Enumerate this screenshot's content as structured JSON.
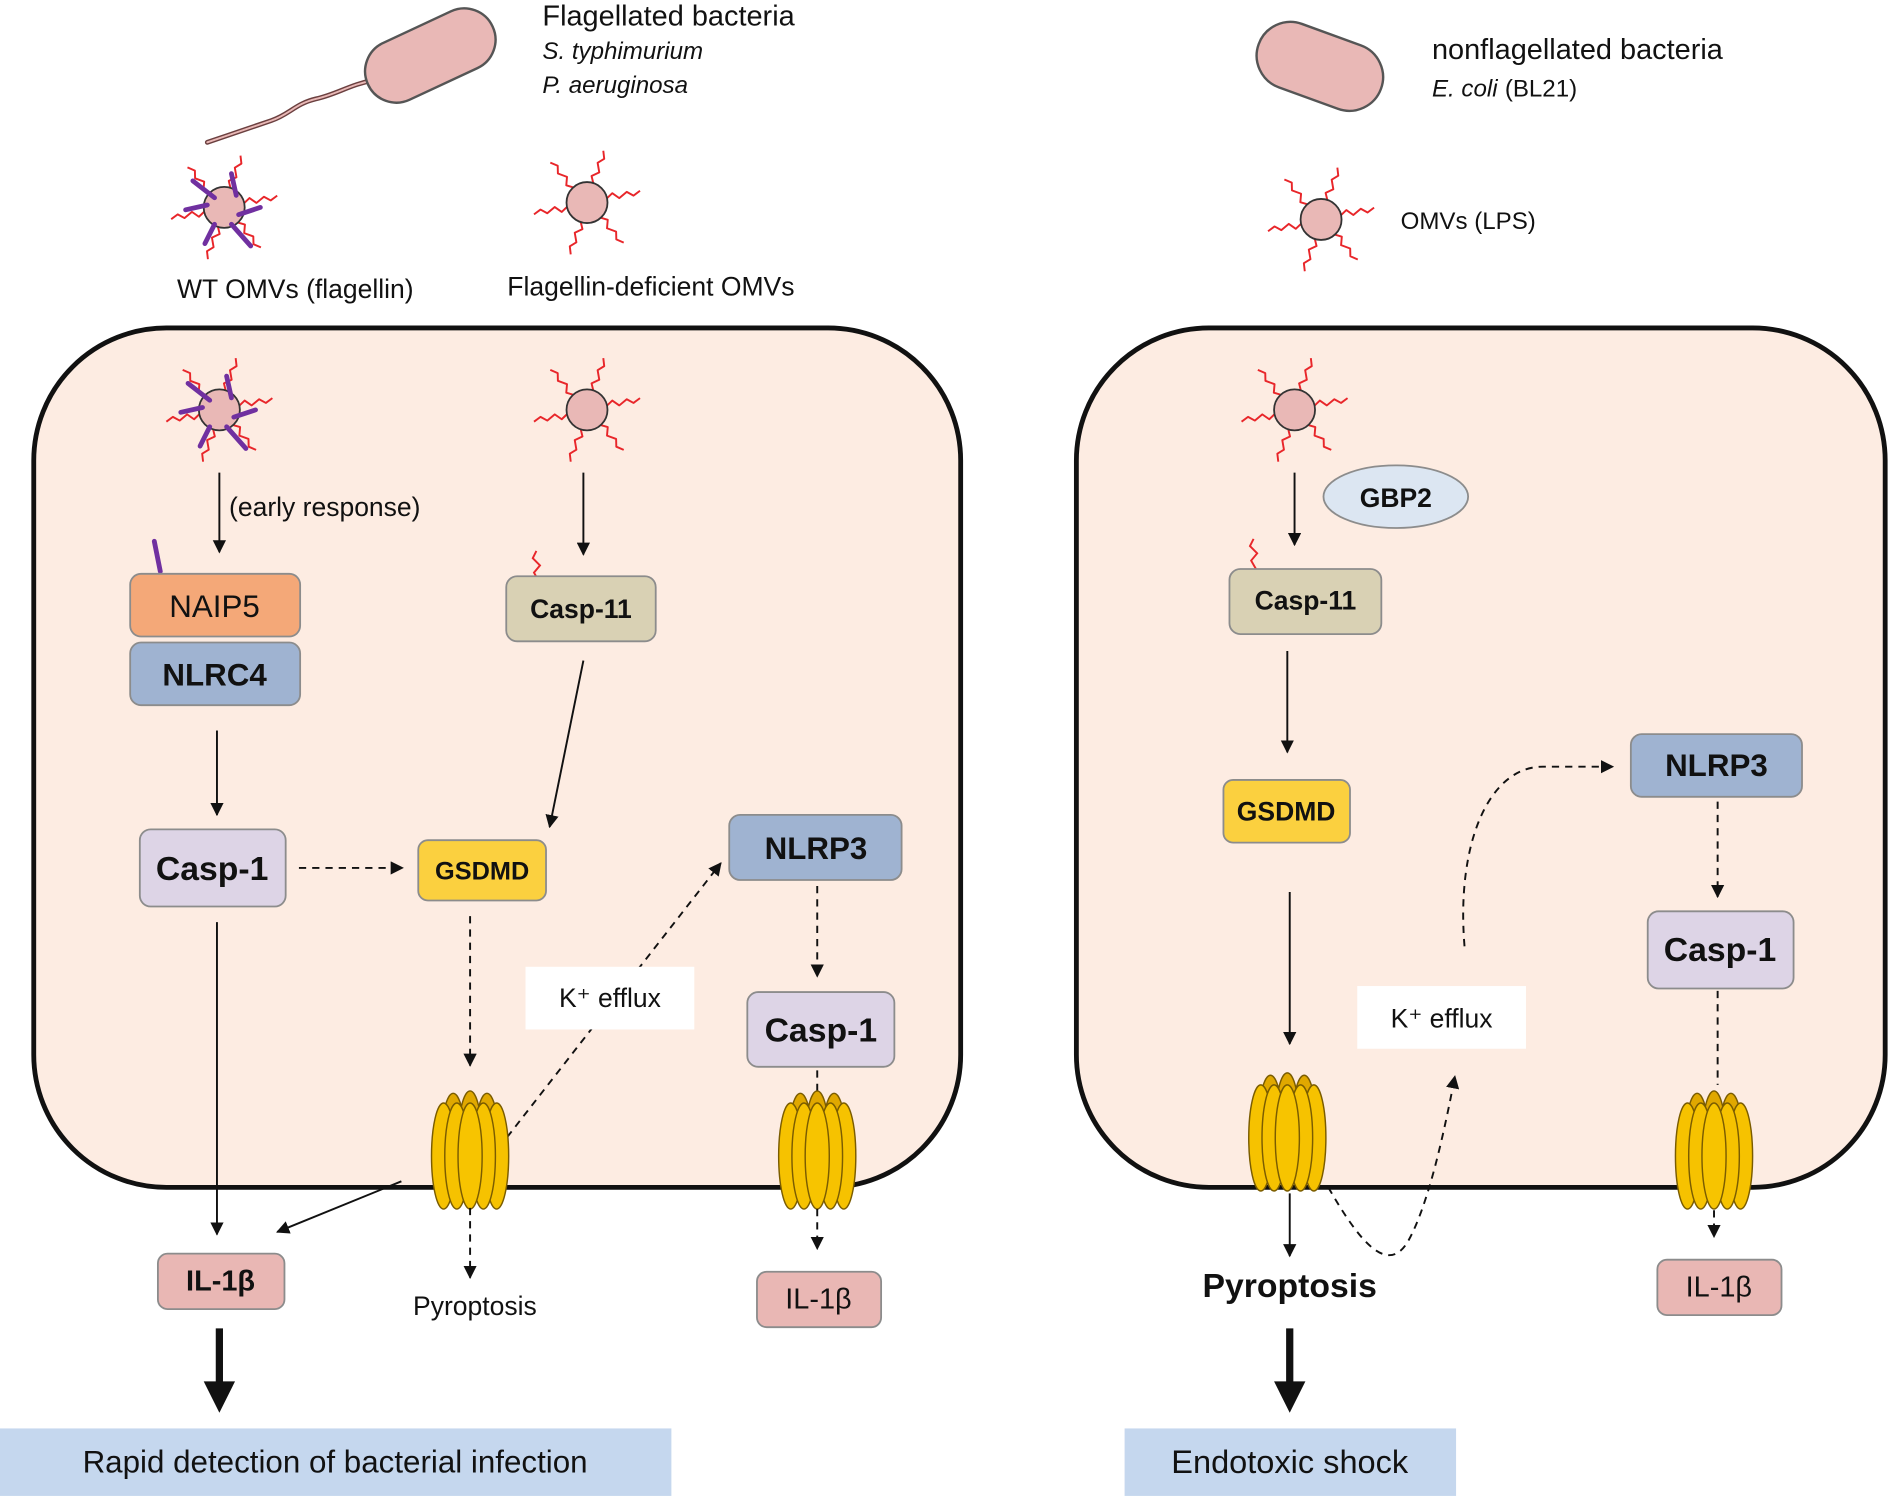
{
  "header": {
    "flagellated": {
      "title": "Flagellated bacteria",
      "species_1": "S. typhimurium",
      "species_2": "P. aeruginosa"
    },
    "nonflagellated": {
      "title": "nonflagellated bacteria",
      "species": "E. coli",
      "strain": "(BL21)"
    }
  },
  "omvs": {
    "wt_label": "WT OMVs (flagellin)",
    "deficient_label": "Flagellin-deficient OMVs",
    "lps_label": "OMVs (LPS)"
  },
  "left_cell": {
    "early_response": "(early response)",
    "naip5": "NAIP5",
    "nlrc4": "NLRC4",
    "casp1": "Casp-1",
    "gsdmd": "GSDMD",
    "casp11": "Casp-11",
    "nlrp3": "NLRP3",
    "k_efflux": "K⁺ efflux",
    "casp1_second": "Casp-1",
    "il1b": "IL-1β",
    "pyroptosis": "Pyroptosis",
    "il1b_second": "IL-1β"
  },
  "right_cell": {
    "gbp2": "GBP2",
    "casp11": "Casp-11",
    "gsdmd": "GSDMD",
    "k_efflux": "K⁺ efflux",
    "nlrp3": "NLRP3",
    "casp1": "Casp-1",
    "pyroptosis": "Pyroptosis",
    "il1b": "IL-1β"
  },
  "outcomes": {
    "left": "Rapid detection of bacterial infection",
    "right": "Endotoxic shock"
  },
  "colors": {
    "cell_fill": "#fdece2",
    "bacterium": "#e9b8b6",
    "lps": "#e8262a",
    "flagellin": "#7030a0",
    "naip5": "#f4a878",
    "nlr": "#9fb3d1",
    "caspase1": "#ddd4e6",
    "caspase11": "#d9d1b4",
    "gsdmd": "#fbd03f",
    "il1b": "#e9b7b4",
    "gbp2": "#dce6f2",
    "outcome": "#c5d7ee",
    "pore": "#f6c200",
    "k_box": "#ffffff"
  }
}
